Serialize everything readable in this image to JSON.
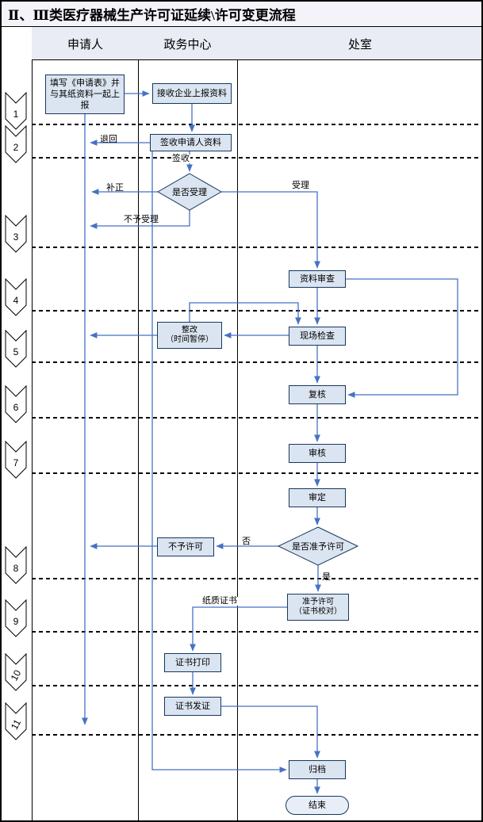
{
  "title": "Ⅱ、Ⅲ类医疗器械生产许可证延续\\许可变更流程",
  "lanes": {
    "applicant": "申请人",
    "center": "政务中心",
    "office": "处室"
  },
  "steps": [
    "1",
    "2",
    "3",
    "4",
    "5",
    "6",
    "7",
    "8",
    "9",
    "10",
    "11"
  ],
  "nodes": {
    "fill_form": "填写《申请表》并与其纸资料一起上报",
    "receive_materials": "接收企业上报资料",
    "sign_receive": "签收申请人资料",
    "accept_decision": "是否受理",
    "material_review": "资料审查",
    "onsite_inspection": "现场检查",
    "rectification": "整改\n（时间暂停）",
    "recheck": "复核",
    "review": "审核",
    "final_review": "审定",
    "license_decision": "是否准予许可",
    "deny_license": "不予许可",
    "grant_license": "准予许可\n（证书校对）",
    "cert_print": "证书打印",
    "cert_issue": "证书发证",
    "archive": "归档",
    "end": "结束"
  },
  "edge_labels": {
    "sign": "签收",
    "return": "退回",
    "correction": "补正",
    "accept": "受理",
    "reject": "不予受理",
    "no": "否",
    "yes": "是",
    "paper_cert": "纸质证书"
  },
  "colors": {
    "node_fill": "#dbe5f1",
    "node_border": "#17375e",
    "arrow": "#4472c4",
    "header_fill": "#e9ebf5"
  }
}
